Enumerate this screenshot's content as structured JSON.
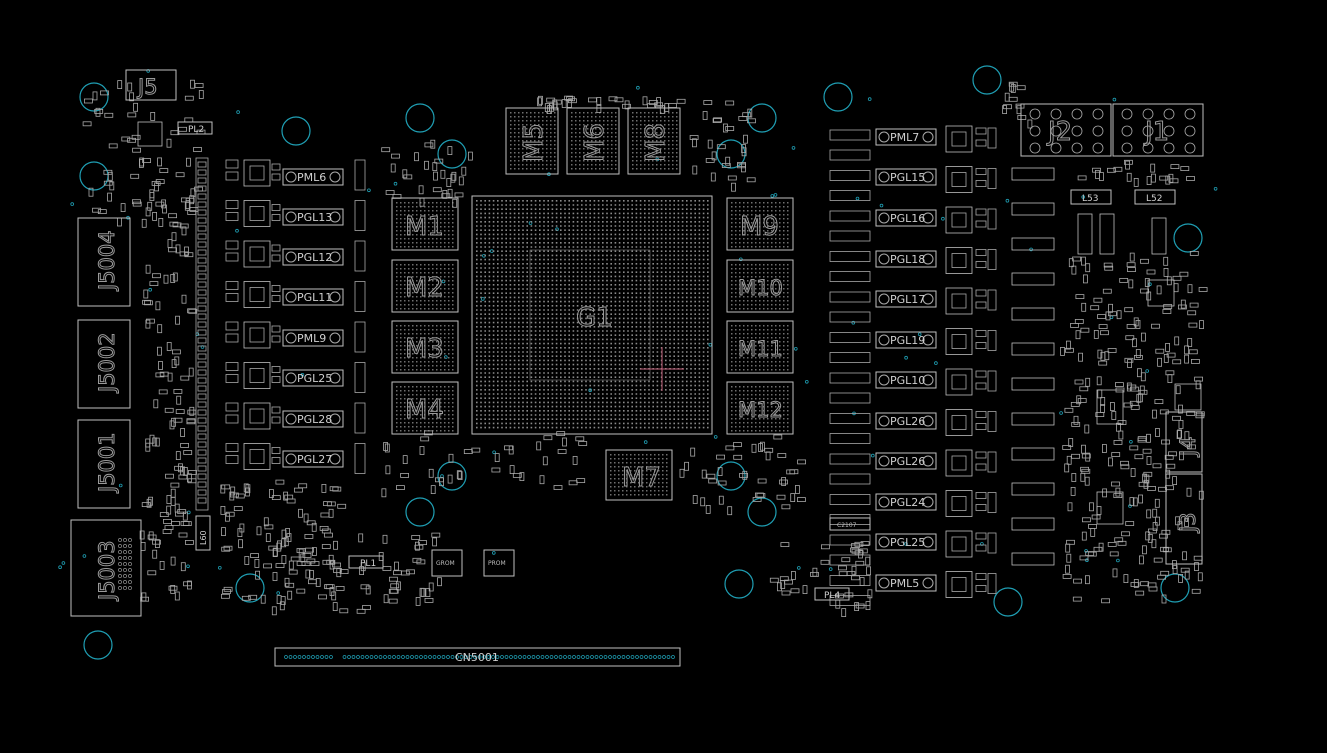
{
  "colors": {
    "background": "#000000",
    "outline": "#bfbfbf",
    "pad": "#a8a8a8",
    "hole": "#1f9fb4",
    "cursor": "#c0607a"
  },
  "labels": {
    "gpu": "G1",
    "memory": [
      "M1",
      "M2",
      "M3",
      "M4",
      "M5",
      "M6",
      "M7",
      "M8",
      "M9",
      "M10",
      "M11",
      "M12"
    ],
    "connectors_left": [
      "J5004",
      "J5002",
      "J5001",
      "J5003"
    ],
    "connectors_top": [
      "J5",
      "J2",
      "J1"
    ],
    "connectors_right": [
      "J4",
      "J3"
    ],
    "edge_connector": "CN5001",
    "left_phases": [
      "PML6",
      "PGL13",
      "PGL12",
      "PGL11",
      "PML9",
      "PGL25",
      "PGL28",
      "PGL27"
    ],
    "right_phases": [
      "PML7",
      "PGL15",
      "PGL16",
      "PGL18",
      "PGL17",
      "PGL19",
      "PGL10",
      "PGL26",
      "PGL26",
      "PGL24",
      "PGL25",
      "PML5"
    ],
    "misc": [
      "PL2",
      "PL1",
      "PL4",
      "L53",
      "L52",
      "L60",
      "GROM",
      "PROM",
      "C2107"
    ]
  }
}
